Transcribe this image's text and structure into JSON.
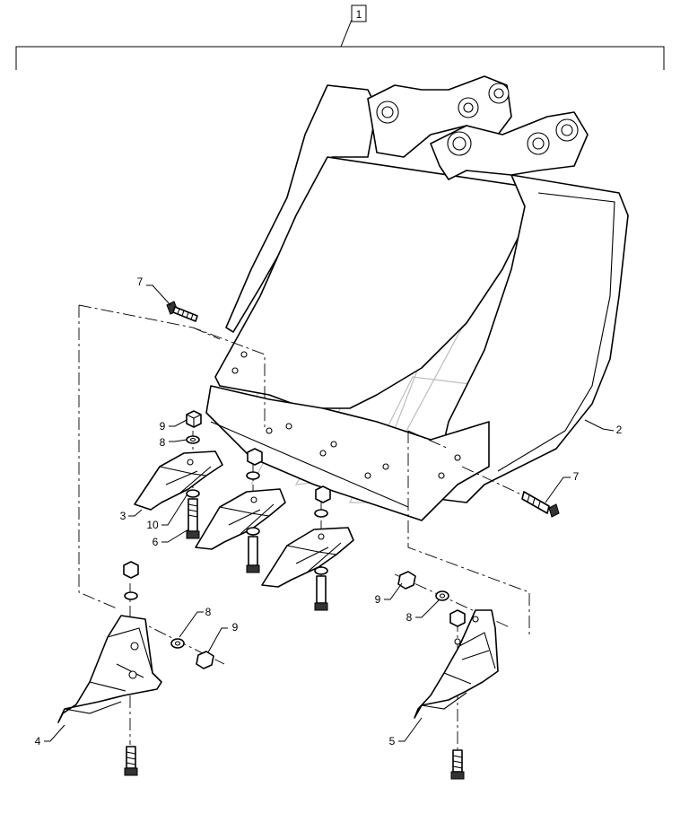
{
  "assembly_callout": "1",
  "callouts": {
    "bucket": "2",
    "tooth_center": "3",
    "tooth_left": "4",
    "tooth_right": "5",
    "bolt_center": "6",
    "bolt_upper": "7",
    "bolt_side": "7",
    "washer_center": "8",
    "washer_left": "8",
    "washer_right": "8",
    "nut_center": "9",
    "nut_left": "9",
    "nut_right": "9",
    "pin_center": "10"
  }
}
